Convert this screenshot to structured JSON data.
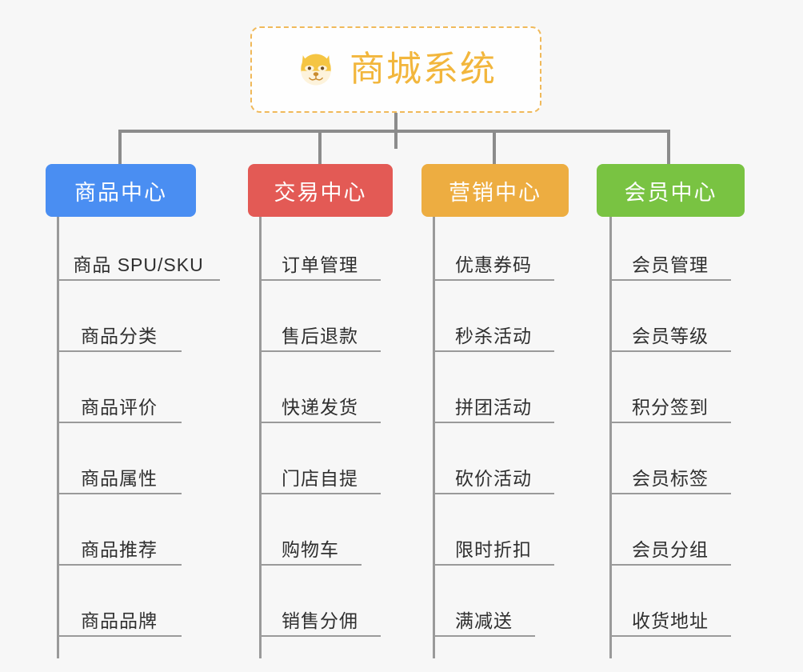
{
  "root": {
    "title": "商城系统",
    "icon": "shiba-dog-face-icon",
    "border_color": "#f0b95a",
    "text_color": "#f2b63c"
  },
  "connector_color": "#8c8c8c",
  "leaf_line_color": "#9a9a9a",
  "background_color": "#f7f7f7",
  "categories": [
    {
      "label": "商品中心",
      "color": "#4a8ef2",
      "leaves": [
        "商品 SPU/SKU",
        "商品分类",
        "商品评价",
        "商品属性",
        "商品推荐",
        "商品品牌"
      ]
    },
    {
      "label": "交易中心",
      "color": "#e35a55",
      "leaves": [
        "订单管理",
        "售后退款",
        "快递发货",
        "门店自提",
        "购物车",
        "销售分佣"
      ]
    },
    {
      "label": "营销中心",
      "color": "#edad41",
      "leaves": [
        "优惠券码",
        "秒杀活动",
        "拼团活动",
        "砍价活动",
        "限时折扣",
        "满减送"
      ]
    },
    {
      "label": "会员中心",
      "color": "#79c342",
      "leaves": [
        "会员管理",
        "会员等级",
        "积分签到",
        "会员标签",
        "会员分组",
        "收货地址"
      ]
    }
  ]
}
